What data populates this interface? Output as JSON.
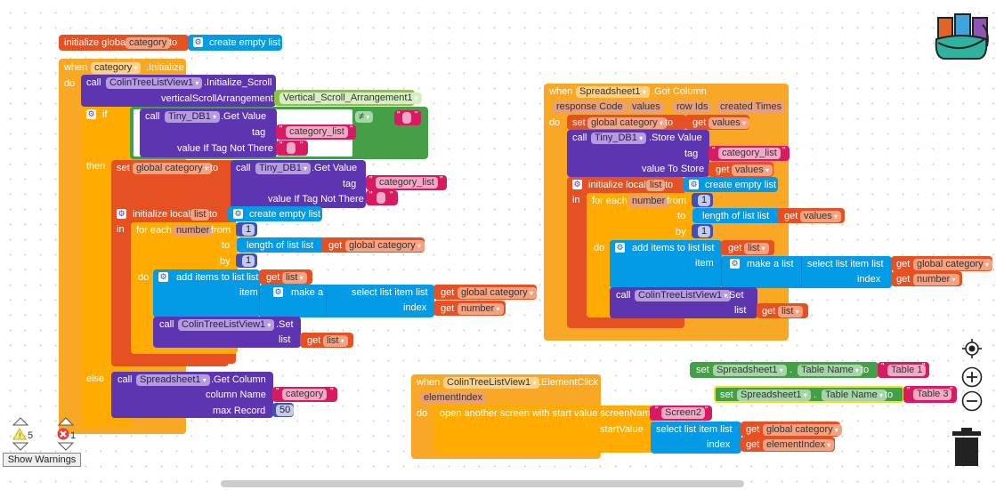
{
  "workspace": {
    "global_init": {
      "keyword": "initialize global",
      "name": "category",
      "to": "to",
      "value": "create empty list"
    },
    "init_event": {
      "when": "when",
      "component": "category",
      "event": ".Initialize",
      "do": "do",
      "call_scroll": {
        "call": "call",
        "component": "ColinTreeListView1",
        "method": ".Initialize_Scroll",
        "arg_label": "verticalScrollArrangement",
        "arg_value": "Vertical_Scroll_Arrangement1"
      },
      "if_block": {
        "if": "if",
        "condition": {
          "call": "call",
          "component": "Tiny_DB1",
          "method": ".Get Value",
          "tag_label": "tag",
          "tag_value": "category_list",
          "default_label": "value If Tag Not There",
          "default_value": "",
          "operator": "≠",
          "compare_value": ""
        },
        "then": "then",
        "set": {
          "set": "set",
          "var": "global category",
          "to": "to",
          "call": "call",
          "component": "Tiny_DB1",
          "method": ".Get Value",
          "tag_label": "tag",
          "tag_value": "category_list",
          "default_label": "value If Tag Not There",
          "default_value": ""
        },
        "local": {
          "keyword": "initialize local",
          "name": "list",
          "to": "to",
          "value": "create empty list",
          "in": "in"
        },
        "for_each": {
          "keyword": "for each",
          "var": "number",
          "from": "from",
          "from_val": "1",
          "to": "to",
          "to_block": "length of list  list",
          "to_get": "get",
          "to_var": "global category",
          "by": "by",
          "by_val": "1",
          "do": "do"
        },
        "add_items": {
          "label": "add items to list",
          "list_label": "list",
          "get": "get",
          "list_var": "list",
          "item_label": "item",
          "make_list": "make a list",
          "select": "select list item  list",
          "sel_get": "get",
          "sel_var": "global category",
          "index_label": "index",
          "index_get": "get",
          "index_var": "number"
        },
        "set_list": {
          "call": "call",
          "component": "ColinTreeListView1",
          "method": ".Set",
          "list_label": "list",
          "get": "get",
          "var": "list"
        },
        "else": "else",
        "get_column": {
          "call": "call",
          "component": "Spreadsheet1",
          "method": ".Get Column",
          "col_label": "column Name",
          "col_value": "category",
          "max_label": "max Record",
          "max_value": "50"
        }
      }
    },
    "got_column_event": {
      "when": "when",
      "component": "Spreadsheet1",
      "event": ".Got Column",
      "params": [
        "response Code",
        "values",
        "row Ids",
        "created Times"
      ],
      "do": "do",
      "set": {
        "set": "set",
        "var": "global category",
        "to": "to",
        "get": "get",
        "value": "values"
      },
      "store": {
        "call": "call",
        "component": "Tiny_DB1",
        "method": ".Store Value",
        "tag_label": "tag",
        "tag_value": "category_list",
        "value_label": "value To Store",
        "get": "get",
        "value": "values"
      },
      "local": {
        "keyword": "initialize local",
        "name": "list",
        "to": "to",
        "value": "create empty list",
        "in": "in"
      },
      "for_each": {
        "keyword": "for each",
        "var": "number",
        "from": "from",
        "from_val": "1",
        "to": "to",
        "to_block": "length of list  list",
        "to_get": "get",
        "to_var": "values",
        "by": "by",
        "by_val": "1",
        "do": "do"
      },
      "add_items": {
        "label": "add items to list",
        "list_label": "list",
        "get": "get",
        "list_var": "list",
        "item_label": "item",
        "make_list": "make a list",
        "select": "select list item  list",
        "sel_get": "get",
        "sel_var": "global category",
        "index_label": "index",
        "index_get": "get",
        "index_var": "number"
      },
      "set_list": {
        "call": "call",
        "component": "ColinTreeListView1",
        "method": ".Set",
        "list_label": "list",
        "get": "get",
        "var": "list"
      }
    },
    "element_click_event": {
      "when": "when",
      "component": "ColinTreeListView1",
      "event": ".ElementClick",
      "param": "elementIndex",
      "do": "do",
      "open_screen": {
        "label": "open another screen with start value  screenName",
        "screen": "Screen2",
        "start_label": "startValue",
        "select": "select list item  list",
        "get1": "get",
        "var1": "global category",
        "index_label": "index",
        "get2": "get",
        "var2": "elementIndex"
      }
    },
    "set_table_1": {
      "set": "set",
      "component": "Spreadsheet1",
      "dot": ".",
      "prop": "Table Name",
      "to": "to",
      "value": "Table 1"
    },
    "set_table_3": {
      "set": "set",
      "component": "Spreadsheet1",
      "dot": ".",
      "prop": "Table Name",
      "to": "to",
      "value": "Table 3"
    }
  },
  "warnings": {
    "warning_count": "5",
    "error_count": "1",
    "show_button": "Show Warnings"
  },
  "controls": {
    "center": "target-icon",
    "zoom_in": "plus-icon",
    "zoom_out": "minus-icon",
    "trash": "trash-icon",
    "backpack": "backpack-icon"
  }
}
